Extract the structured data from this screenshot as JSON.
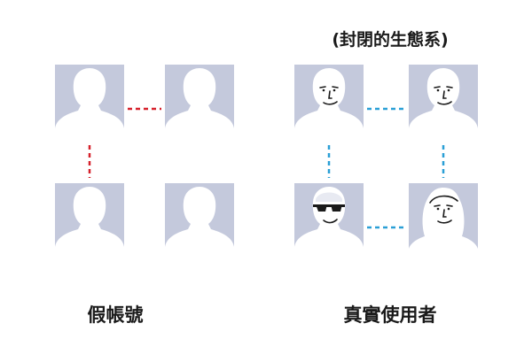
{
  "labels": {
    "right_title": "(封閉的生態系)",
    "left_caption": "假帳號",
    "right_caption": "真實使用者"
  },
  "colors": {
    "card_fill": "#c4c9dc",
    "silhouette": "#ffffff",
    "fake_link": "#d6202a",
    "real_link": "#2a9fd6",
    "ink": "#1a1a1a"
  },
  "groups": [
    {
      "name": "fake-accounts",
      "profiles": [
        {
          "face": "none"
        },
        {
          "face": "none"
        },
        {
          "face": "none"
        },
        {
          "face": "none"
        }
      ],
      "links": [
        [
          0,
          1
        ],
        [
          0,
          2
        ]
      ]
    },
    {
      "name": "real-users",
      "profiles": [
        {
          "face": "smile"
        },
        {
          "face": "smile"
        },
        {
          "face": "sunglasses"
        },
        {
          "face": "long-hair"
        }
      ],
      "links": [
        [
          0,
          1
        ],
        [
          2,
          3
        ],
        [
          0,
          2
        ],
        [
          1,
          3
        ]
      ]
    }
  ]
}
